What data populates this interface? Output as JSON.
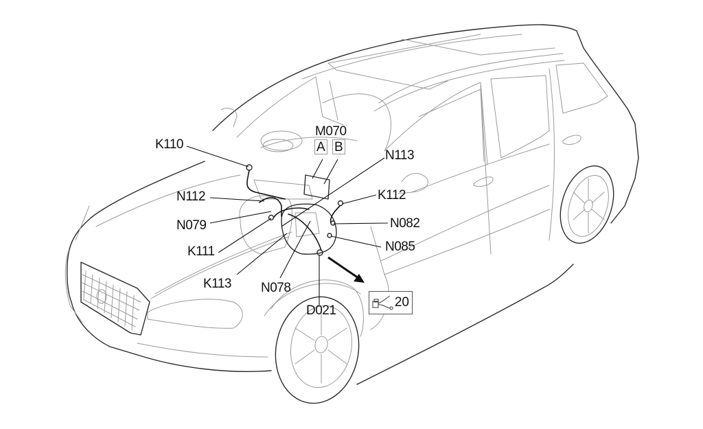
{
  "diagram": {
    "subject": "Car component location diagram (hatchback, front 3/4 view)",
    "components": [
      {
        "id": "K110",
        "label": "K110"
      },
      {
        "id": "M070",
        "label": "M070",
        "connectors": [
          "A",
          "B"
        ]
      },
      {
        "id": "N113",
        "label": "N113"
      },
      {
        "id": "N112",
        "label": "N112"
      },
      {
        "id": "K112",
        "label": "K112"
      },
      {
        "id": "N079",
        "label": "N079"
      },
      {
        "id": "N082",
        "label": "N082"
      },
      {
        "id": "K111",
        "label": "K111"
      },
      {
        "id": "N085",
        "label": "N085"
      },
      {
        "id": "K113",
        "label": "K113"
      },
      {
        "id": "N078",
        "label": "N078"
      },
      {
        "id": "D021",
        "label": "D021"
      }
    ],
    "detail_reference": {
      "label": "20",
      "icon": "connector-icon"
    }
  }
}
